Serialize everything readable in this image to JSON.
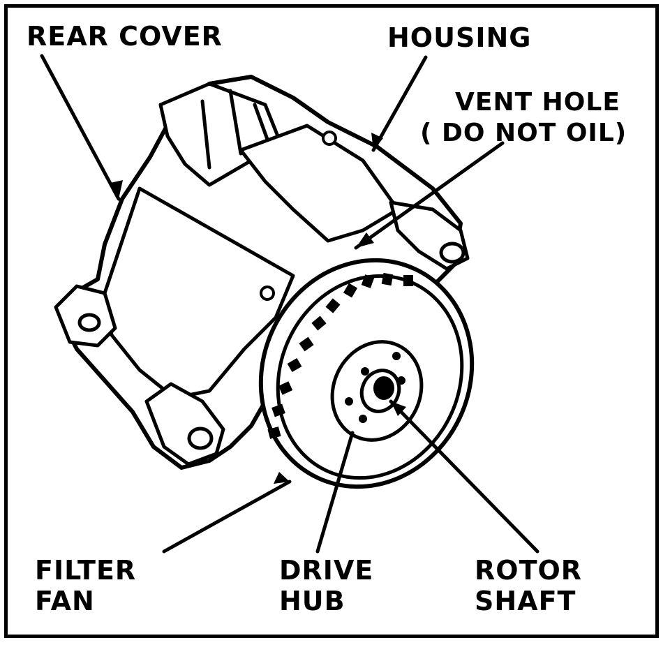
{
  "diagram": {
    "labels": {
      "rear_cover": "REAR COVER",
      "housing": "HOUSING",
      "vent_hole_line1": "VENT HOLE",
      "vent_hole_line2": "( DO NOT OIL)",
      "filter_fan_line1": "FILTER",
      "filter_fan_line2": "FAN",
      "drive_hub_line1": "DRIVE",
      "drive_hub_line2": "HUB",
      "rotor_shaft_line1": "ROTOR",
      "rotor_shaft_line2": "SHAFT"
    },
    "colors": {
      "ink": "#000000",
      "paper": "#ffffff"
    }
  }
}
